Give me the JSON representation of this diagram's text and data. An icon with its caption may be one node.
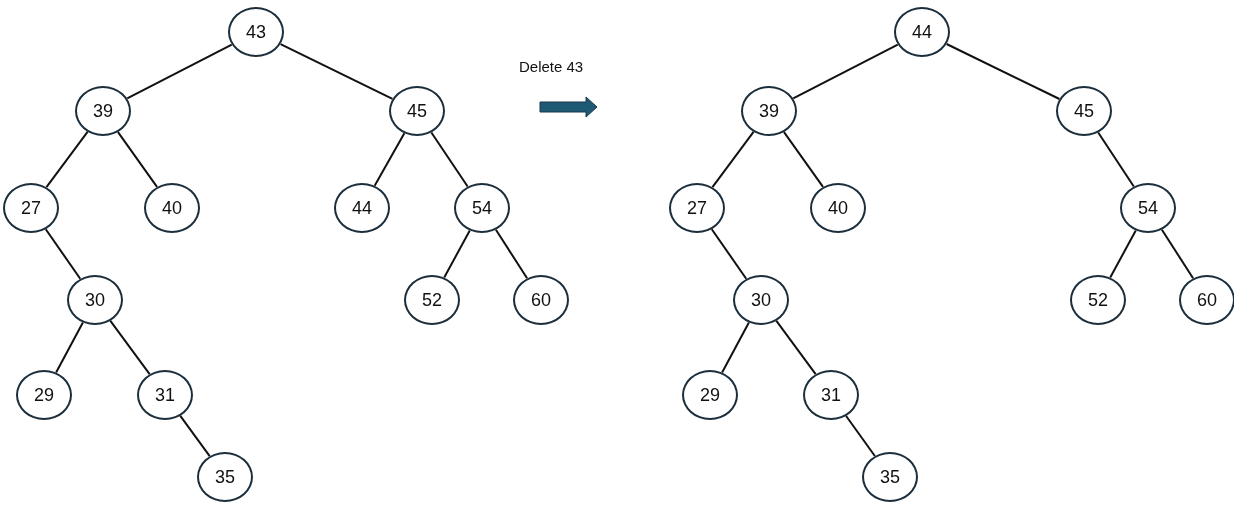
{
  "diagram": {
    "nodes": [
      {
        "text": [
          "43"
        ]
      },
      {
        "text": [
          "39"
        ]
      },
      {
        "text": [
          "45"
        ]
      },
      {
        "text": [
          "27"
        ]
      },
      {
        "text": [
          "40"
        ]
      },
      {
        "text": [
          "44"
        ]
      },
      {
        "text": [
          "54"
        ]
      },
      {
        "text": [
          "30"
        ]
      },
      {
        "text": [
          "52"
        ]
      },
      {
        "text": [
          "60"
        ]
      },
      {
        "text": [
          "29"
        ]
      },
      {
        "text": [
          "31"
        ]
      },
      {
        "text": [
          "35"
        ]
      },
      {
        "text": [
          "44"
        ]
      },
      {
        "text": [
          "39"
        ]
      },
      {
        "text": [
          "45"
        ]
      },
      {
        "text": [
          "27"
        ]
      },
      {
        "text": [
          "40"
        ]
      },
      {
        "text": [
          "54"
        ]
      },
      {
        "text": [
          "30"
        ]
      },
      {
        "text": [
          "52"
        ]
      },
      {
        "text": [
          "60"
        ]
      },
      {
        "text": [
          "29"
        ]
      },
      {
        "text": [
          "31"
        ]
      },
      {
        "text": [
          "35"
        ]
      }
    ],
    "edges": [
      {
        "from": 0,
        "to": 1,
        "arrow": "none"
      },
      {
        "from": 0,
        "to": 2,
        "arrow": "none"
      },
      {
        "from": 1,
        "to": 3,
        "arrow": "none"
      },
      {
        "from": 1,
        "to": 4,
        "arrow": "none"
      },
      {
        "from": 2,
        "to": 5,
        "arrow": "none"
      },
      {
        "from": 2,
        "to": 6,
        "arrow": "none"
      },
      {
        "from": 3,
        "to": 7,
        "arrow": "none"
      },
      {
        "from": 6,
        "to": 8,
        "arrow": "none"
      },
      {
        "from": 6,
        "to": 9,
        "arrow": "none"
      },
      {
        "from": 7,
        "to": 10,
        "arrow": "none"
      },
      {
        "from": 7,
        "to": 11,
        "arrow": "none"
      },
      {
        "from": 11,
        "to": 12,
        "arrow": "none"
      },
      {
        "from": 13,
        "to": 14,
        "arrow": "none"
      },
      {
        "from": 13,
        "to": 15,
        "arrow": "none"
      },
      {
        "from": 14,
        "to": 16,
        "arrow": "none"
      },
      {
        "from": 14,
        "to": 17,
        "arrow": "none"
      },
      {
        "from": 15,
        "to": 18,
        "arrow": "none"
      },
      {
        "from": 16,
        "to": 19,
        "arrow": "none"
      },
      {
        "from": 18,
        "to": 20,
        "arrow": "none"
      },
      {
        "from": 18,
        "to": 21,
        "arrow": "none"
      },
      {
        "from": 19,
        "to": 22,
        "arrow": "none"
      },
      {
        "from": 19,
        "to": 23,
        "arrow": "none"
      },
      {
        "from": 23,
        "to": 24,
        "arrow": "none"
      }
    ],
    "labels": [
      "Delete 43"
    ]
  }
}
